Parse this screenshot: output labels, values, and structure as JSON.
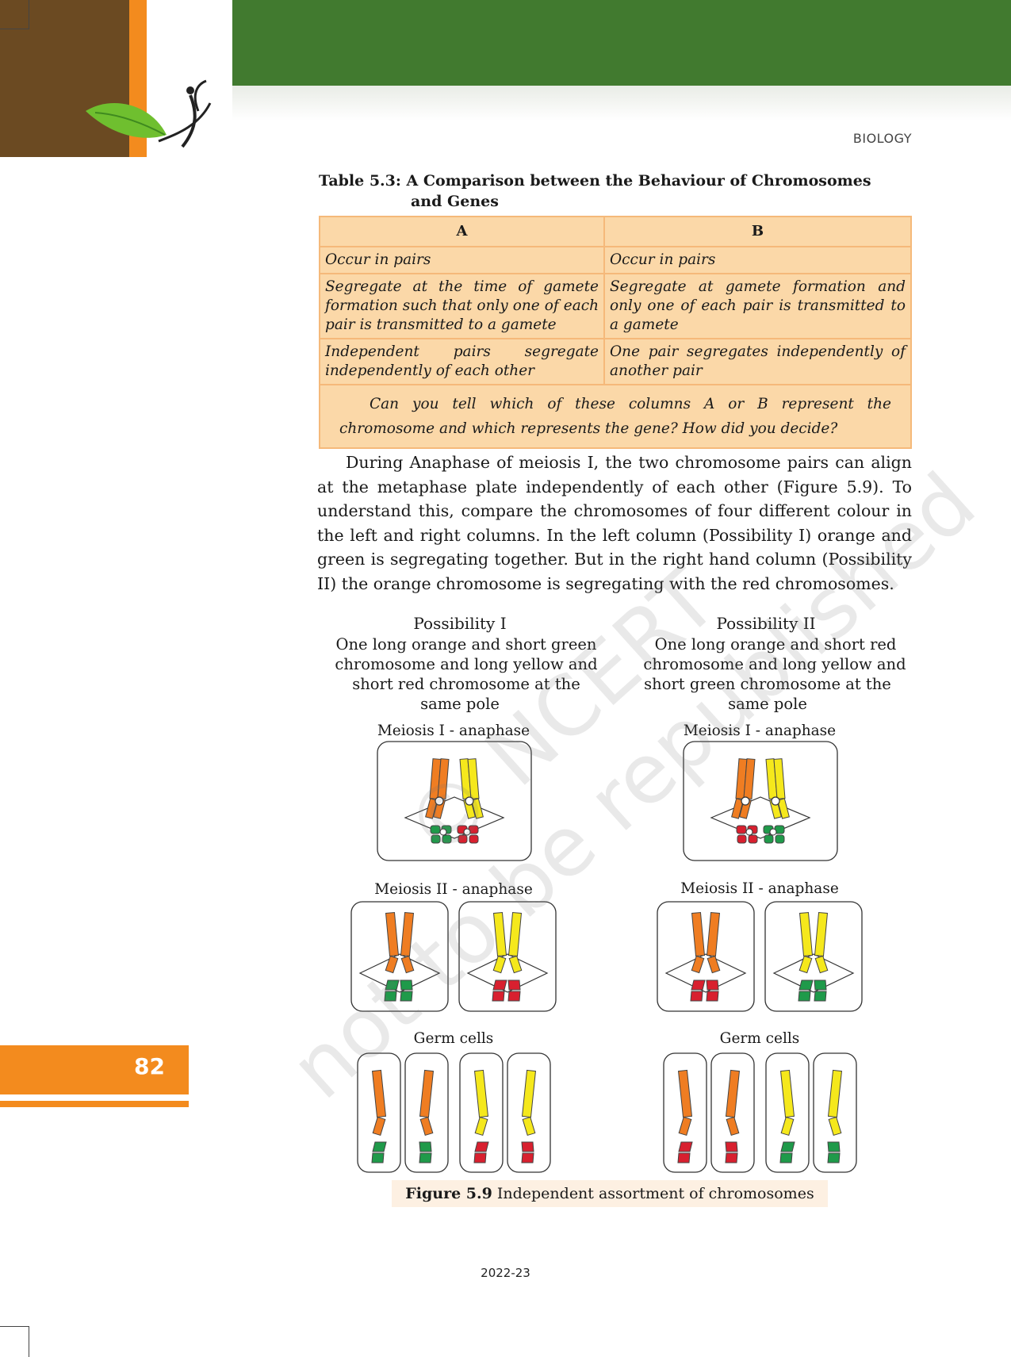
{
  "running_head": "BIOLOGY",
  "table": {
    "title_line1": "Table 5.3: A Comparison between the Behaviour of Chromosomes",
    "title_line2": "and Genes",
    "col_a": "A",
    "col_b": "B",
    "rows": [
      {
        "a": "Occur in pairs",
        "b": "Occur in pairs"
      },
      {
        "a": "Segregate at the time of gamete formation such that only one of each pair is transmitted to a gamete",
        "b": "Segregate at gamete formation and only one of each pair is transmitted to a gamete"
      },
      {
        "a": "Independent pairs segregate independently of each other",
        "b": "One pair segregates independently of another pair"
      }
    ],
    "question": "Can you tell which of these columns A or B represent the chromosome and which represents the gene? How did you decide?"
  },
  "paragraph": "During Anaphase of meiosis I, the two chromosome pairs can align at the metaphase plate independently of each other (Figure 5.9). To understand this, compare the chromosomes of four different colour in the left and right columns. In the left column (Possibility I) orange and green is segregating together. But in the right hand column (Possibility II) the orange chromosome is segregating with the red chromosomes.",
  "figure": {
    "left_title": "Possibility I",
    "left_desc": [
      "One long orange and short green",
      "chromosome and long yellow and",
      "short red chromosome at the",
      "same pole"
    ],
    "right_title": "Possibility II",
    "right_desc": [
      "One long orange and short red",
      "chromosome and long yellow and",
      "short green chromosome at the",
      "same pole"
    ],
    "meiosis1_label": "Meiosis I - anaphase",
    "meiosis2_label": "Meiosis II - anaphase",
    "germ_label": "Germ cells",
    "caption_bold": "Figure 5.9",
    "caption_text": "Independent assortment of chromosomes"
  },
  "colors": {
    "orange": "#ef7d22",
    "yellow": "#f5e81c",
    "green": "#1f9a4a",
    "red": "#d8202f",
    "table_bg": "#fbd8a8",
    "accent_orange": "#f38b1e",
    "header_green": "#417a2f",
    "header_brown": "#6b4a22"
  },
  "watermark_line1": "© NCERT",
  "watermark_line2": "not to be republished",
  "page_number": "82",
  "footer_year": "2022-23"
}
